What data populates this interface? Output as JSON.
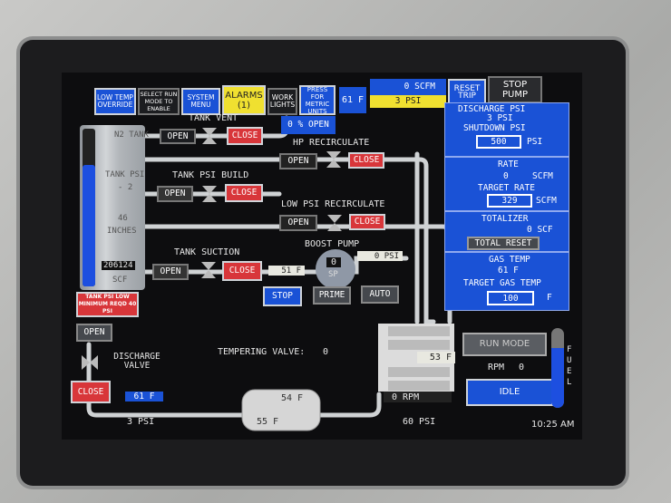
{
  "header": {
    "low_temp_override": "LOW TEMP OVERRIDE",
    "select_run_mode": "SELECT RUN MODE TO ENABLE",
    "system_menu": "SYSTEM MENU",
    "alarms": "ALARMS",
    "alarms_count": "(1)",
    "work_lights": "WORK LIGHTS",
    "metric_units": "PRESS FOR METRIC UNITS",
    "temp": "61 F",
    "flow": "0 SCFM",
    "pressure": "3 PSI",
    "reset_trip": "RESET TRIP",
    "stop_pump": "STOP PUMP"
  },
  "tank": {
    "name": "N2 TANK",
    "psi_label": "TANK PSI",
    "psi_value": "- 2",
    "level_value": "46",
    "level_unit": "INCHES",
    "volume": "206124",
    "volume_unit": "SCF",
    "level_fraction": 0.77,
    "warning": "TANK PSI LOW MINIMUM REQD 40 PSI"
  },
  "valves": {
    "tank_vent": {
      "label": "TANK VENT",
      "open": "OPEN",
      "close": "CLOSE",
      "percent": "0 % OPEN"
    },
    "hp_recirculate": {
      "label": "HP RECIRCULATE",
      "open": "OPEN",
      "close": "CLOSE"
    },
    "tank_psi_build": {
      "label": "TANK PSI BUILD",
      "open": "OPEN",
      "close": "CLOSE"
    },
    "low_psi_recirculate": {
      "label": "LOW PSI RECIRCULATE",
      "open": "OPEN",
      "close": "CLOSE"
    },
    "tank_suction": {
      "label": "TANK SUCTION",
      "open": "OPEN",
      "close": "CLOSE"
    },
    "discharge": {
      "label": "DISCHARGE VALVE",
      "open": "OPEN",
      "close": "CLOSE"
    }
  },
  "boost_pump": {
    "label": "BOOST PUMP",
    "temp": "51 F",
    "psi": "0 PSI",
    "speed": "0",
    "speed_unit": "SP",
    "stop": "STOP",
    "prime": "PRIME",
    "auto": "AUTO"
  },
  "tempering": {
    "label": "TEMPERING VALVE:",
    "value": "0"
  },
  "discharge_line": {
    "temp": "61 F",
    "psi": "3 PSI"
  },
  "vaporizer": {
    "top_temp": "54 F",
    "bottom_temp": "55 F"
  },
  "engine": {
    "temp": "53 F",
    "rpm": "0 RPM",
    "psi": "60 PSI"
  },
  "right_panel": {
    "discharge_psi_label": "DISCHARGE PSI",
    "discharge_psi": "3 PSI",
    "shutdown_psi_label": "SHUTDOWN PSI",
    "shutdown_psi": "500",
    "psi_unit": "PSI",
    "rate_label": "RATE",
    "rate": "0",
    "scfm": "SCFM",
    "target_rate_label": "TARGET RATE",
    "target_rate": "329",
    "totalizer_label": "TOTALIZER",
    "totalizer": "0 SCF",
    "total_reset": "TOTAL RESET",
    "gas_temp_label": "GAS TEMP",
    "gas_temp": "61 F",
    "target_gas_temp_label": "TARGET GAS TEMP",
    "target_gas_temp": "100",
    "f_unit": "F"
  },
  "controls": {
    "run_mode": "RUN MODE",
    "rpm_label": "RPM",
    "rpm": "0",
    "idle": "IDLE",
    "fuel_label": "FUEL",
    "fuel_fraction": 0.75
  },
  "clock": "10:25 AM",
  "colors": {
    "blue": "#1a52d6",
    "red": "#d8363a",
    "yellow": "#f0e030",
    "gray": "#45484d"
  }
}
